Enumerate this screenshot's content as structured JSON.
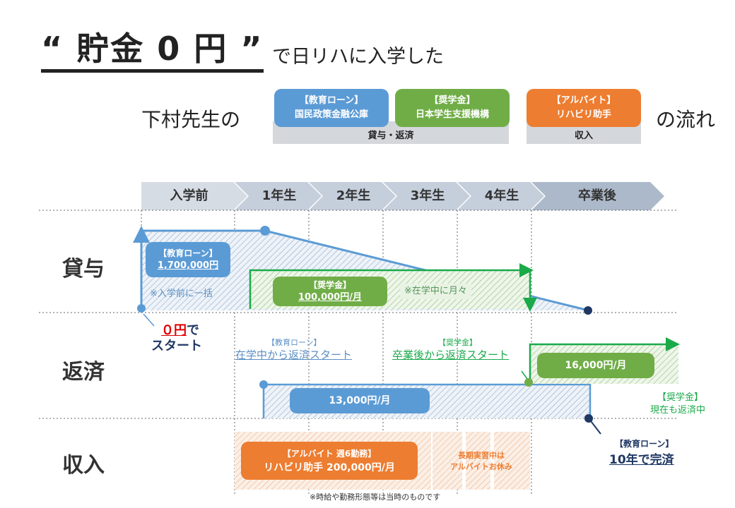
{
  "title": {
    "main": "“ 貯金 0 円 ”",
    "sub": "で日リハに入学した"
  },
  "subject": {
    "prefix": "下村先生の",
    "suffix": "の流れ"
  },
  "legend": {
    "loan": {
      "line1": "【教育ローン】",
      "line2": "国民政策金融公庫"
    },
    "scholarship": {
      "line1": "【奨学金】",
      "line2": "日本学生支援機構"
    },
    "job": {
      "line1": "【アルバイト】",
      "line2": "リハビリ助手"
    },
    "band1": "貸与・返済",
    "band2": "収入"
  },
  "colors": {
    "loan": "#5b9bd5",
    "scholarship": "#70ad47",
    "job": "#ed7d31",
    "scholarship_line": "#1aaa4a",
    "red": "#e00000",
    "navy": "#1f3864",
    "phase_light": "#d6dce4",
    "phase_dark": "#acb9ca"
  },
  "phases": [
    "入学前",
    "1年生",
    "2年生",
    "3年生",
    "4年生",
    "卒業後"
  ],
  "rows": {
    "loan_row": "貸与",
    "repay_row": "返済",
    "income_row": "収入"
  },
  "loan_section": {
    "box_label": "【教育ローン】",
    "box_amount": "1,700,000円",
    "note": "※入学前に一括"
  },
  "scholarship_section": {
    "box_label": "【奨学金】",
    "box_amount": "100,000円/月",
    "note": "※在学中に月々"
  },
  "start": {
    "amount": "０円",
    "de": "で",
    "start": "スタート"
  },
  "repay": {
    "loan_tag": "【教育ローン】",
    "loan_desc": "在学中から返済スタート",
    "sch_tag": "【奨学金】",
    "sch_desc": "卒業後から返済スタート",
    "loan_amount": "13,000円/月",
    "sch_amount": "16,000円/月",
    "sch_now_tag": "【奨学金】",
    "sch_now": "現在も返済中"
  },
  "income": {
    "job_line1": "【アルバイト 週6勤務】",
    "job_line2": "リハビリ助手 200,000円/月",
    "rest_line1": "長期実習中は",
    "rest_line2": "アルバイトお休み",
    "done_tag": "【教育ローン】",
    "done": "10年で完済"
  },
  "footnote": "※時給や勤務形態等は当時のものです"
}
